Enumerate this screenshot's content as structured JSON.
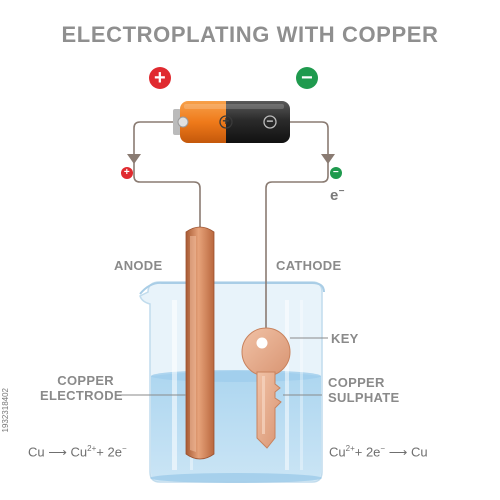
{
  "title": "ELECTROPLATING WITH COPPER",
  "battery": {
    "positive_symbol": "+",
    "negative_symbol": "−",
    "terminal_plus": "+",
    "terminal_minus": "−",
    "electron_label": "e",
    "electron_charge": "−"
  },
  "labels": {
    "anode": "ANODE",
    "cathode": "CATHODE",
    "key": "KEY",
    "copper_electrode": "COPPER\nELECTRODE",
    "copper_sulphate": "COPPER\nSULPHATE"
  },
  "equations": {
    "left": {
      "reactant": "Cu",
      "arrow": "⟶",
      "product": "Cu",
      "charge": "2+",
      "tail": "+ 2e",
      "electron_charge": "−"
    },
    "right": {
      "ion": "Cu",
      "charge": "2+",
      "mid": "+ 2e",
      "electron_charge": "−",
      "arrow": "⟶",
      "product": "Cu"
    }
  },
  "watermark": "1932318402",
  "colors": {
    "red": "#e02a2f",
    "green": "#1f9a4e",
    "copper": "#d38b5d",
    "wire": "#8a7b72",
    "solution": "#b9dcf0",
    "glass": "#d7ebf7",
    "label": "#8a8a8a"
  }
}
